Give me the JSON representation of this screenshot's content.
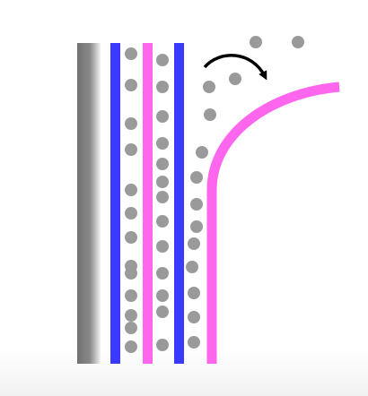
{
  "colors": {
    "wall_dark": "#6e6e6e",
    "wall_light": "#f0f0f0",
    "blue_layer": "#3a3aff",
    "magenta_layer": "#ff66ee",
    "particle": "#9a9a9a",
    "arrow": "#000000",
    "footer": "#f1f1f1"
  },
  "layers": [
    {
      "name": "wall",
      "color_key": "wall_dark"
    },
    {
      "name": "blue-layer-1",
      "color_key": "blue_layer"
    },
    {
      "name": "magenta-layer-1",
      "color_key": "magenta_layer"
    },
    {
      "name": "blue-layer-2",
      "color_key": "blue_layer"
    },
    {
      "name": "magenta-layer-peeling",
      "color_key": "magenta_layer"
    }
  ],
  "arrow": {
    "name": "curved-arrow",
    "direction": "clockwise"
  }
}
